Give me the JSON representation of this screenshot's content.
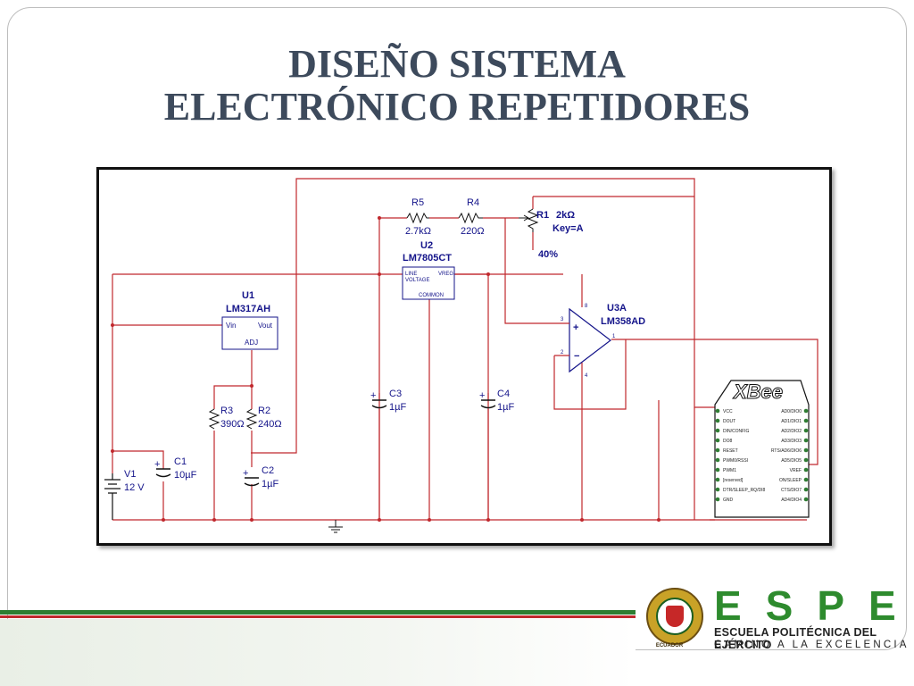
{
  "slide": {
    "title_line1": "DISEÑO SISTEMA",
    "title_line2": "ELECTRÓNICO REPETIDORES"
  },
  "components": {
    "u1": {
      "ref": "U1",
      "part": "LM317AH",
      "pin_vin": "Vin",
      "pin_vout": "Vout",
      "pin_adj": "ADJ"
    },
    "u2": {
      "ref": "U2",
      "part": "LM7805CT",
      "pin_line": "LINE",
      "pin_voltage": "VOLTAGE",
      "pin_vreg": "VREG",
      "pin_common": "COMMON"
    },
    "u3a": {
      "ref": "U3A",
      "part": "LM358AD",
      "pin3": "3",
      "pin2": "2",
      "pin8": "8",
      "pin4": "4",
      "pin1": "1"
    },
    "r1": {
      "ref": "R1",
      "value": "2kΩ",
      "key": "Key=A",
      "percent": "40%"
    },
    "r2": {
      "ref": "R2",
      "value": "240Ω"
    },
    "r3": {
      "ref": "R3",
      "value": "390Ω"
    },
    "r4": {
      "ref": "R4",
      "value": "220Ω"
    },
    "r5": {
      "ref": "R5",
      "value": "2.7kΩ"
    },
    "c1": {
      "ref": "C1",
      "value": "10µF"
    },
    "c2": {
      "ref": "C2",
      "value": "1µF"
    },
    "c3": {
      "ref": "C3",
      "value": "1µF"
    },
    "c4": {
      "ref": "C4",
      "value": "1µF"
    },
    "v1": {
      "ref": "V1",
      "value": "12 V"
    },
    "xbee": {
      "brand": "XBee",
      "left_pins": [
        "VCC",
        "DOUT",
        "DIN/CONFIG",
        "DO8",
        "RESET",
        "PWM0/RSSI",
        "PWM1",
        "[reserved]",
        "DTR/SLEEP_RQ/DI8",
        "GND"
      ],
      "right_pins": [
        "AD0/DIO0",
        "AD1/DIO1",
        "AD2/DIO2",
        "AD3/DIO3",
        "RTS/AD6/DIO6",
        "AD5/DIO5",
        "VREF",
        "ON/SLEEP",
        "CTS/DIO7",
        "AD4/DIO4"
      ]
    },
    "plus_sign": "+"
  },
  "logo": {
    "letters": "ESPE",
    "name": "ESCUELA POLITÉCNICA DEL EJÉRCITO",
    "motto": "CAMINO A LA EXCELENCIA",
    "seal_caption": "ECUADOR"
  },
  "colors": {
    "wire": "#c0282d",
    "label": "#14148a",
    "title": "#3d4a5c",
    "stripe_red": "#c0282d",
    "stripe_green": "#2e7d32",
    "brand_green": "#2e8b2e"
  }
}
